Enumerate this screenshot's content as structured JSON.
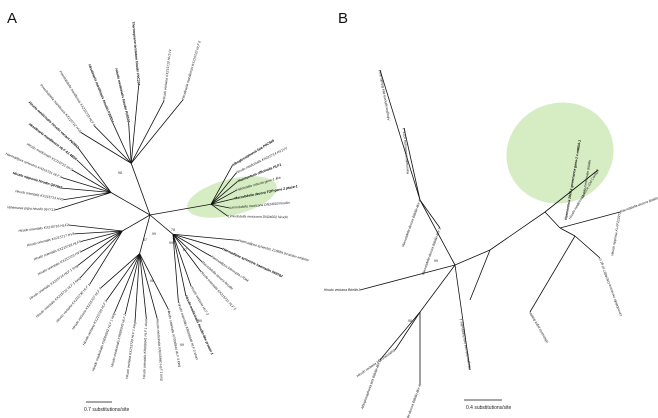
{
  "panelA": {
    "letter": "A",
    "scale_label": "0.7 substitutions/site",
    "highlight_color": "#d6ecc3",
    "leaves": [
      {
        "text": "Thermopsene terstatum hirudin P0C234",
        "bold": true,
        "a": -95,
        "len": 130
      },
      {
        "text": "Hirudo verbana KX215710 HV1VV",
        "bold": false,
        "a": -83,
        "len": 115
      },
      {
        "text": "Hirudinaria manillensis KX215722 HLF 6",
        "bold": false,
        "a": -74,
        "len": 120
      },
      {
        "text": "Hirudo medicinalis hirudin P28503",
        "bold": true,
        "a": -103,
        "len": 95
      },
      {
        "text": "Hirudinaria manillensis hirudin P28504",
        "bold": true,
        "a": -112,
        "len": 100
      },
      {
        "text": "Poecilobdella manillensis KX215719 HLF 6",
        "bold": false,
        "a": -122,
        "len": 105
      },
      {
        "text": "Poecilobdella manillensis KX215712 HV1",
        "bold": false,
        "a": -130,
        "len": 108
      },
      {
        "text": "Hirudo medicinalis hirudin variant P02842",
        "bold": true,
        "a": -137,
        "len": 98
      },
      {
        "text": "Hirudinaria manillensis HLF A1 4B5X",
        "bold": true,
        "a": -143,
        "len": 92
      },
      {
        "text": "Hirudo medicinalis KX215715 HV3",
        "bold": false,
        "a": -150,
        "len": 90
      },
      {
        "text": "Haemadipsa sylvestris KX215721 HLF 5",
        "bold": false,
        "a": -157,
        "len": 96
      },
      {
        "text": "Hirudo nipponia hirudin Q07865",
        "bold": true,
        "a": -163,
        "len": 92
      },
      {
        "text": "Hirudo orientalis KX215713 HV2",
        "bold": false,
        "a": -170,
        "len": 88
      },
      {
        "text": "Whitmania pigra hirudin 067713",
        "bold": false,
        "a": -177,
        "len": 95
      },
      {
        "text": "Hirudo orientalis KX215716 HLF2",
        "bold": false,
        "a": 173,
        "len": 82
      },
      {
        "text": "Hirudo orientalis KX215717 HV3",
        "bold": false,
        "a": 166,
        "len": 78
      },
      {
        "text": "Hirudo orientalis KX215718 HLF5",
        "bold": false,
        "a": 159,
        "len": 74
      },
      {
        "text": "Hirudo orientalis KX215723 HV3",
        "bold": false,
        "a": 152,
        "len": 78
      },
      {
        "text": "Hirudo orientalis KX215724 HLF 1 long",
        "bold": false,
        "a": 145,
        "len": 88
      },
      {
        "text": "Hirudo orientalis KX215722 HLF 1 long",
        "bold": false,
        "a": 138,
        "len": 94
      },
      {
        "text": "Hirudo verbana KX215730 HLF 1",
        "bold": false,
        "a": 131,
        "len": 92
      },
      {
        "text": "Hirudo verbana KX215727 HLF 4",
        "bold": false,
        "a": 124,
        "len": 88
      },
      {
        "text": "Hirudo verbana KX215726 HLF 3",
        "bold": false,
        "a": 117,
        "len": 96
      },
      {
        "text": "Hirudo medicinalis KR006942 HLF 1 long",
        "bold": false,
        "a": 110,
        "len": 104
      },
      {
        "text": "Hirudo medicinalis KR006943 HLF 2",
        "bold": false,
        "a": 104,
        "len": 102
      },
      {
        "text": "Hirudo verbana KX215728 HLF 1 long",
        "bold": false,
        "a": 98,
        "len": 108
      },
      {
        "text": "Hirudo orientalis KR006941 HLF 1 short",
        "bold": false,
        "a": 92,
        "len": 104
      },
      {
        "text": "Hirudo medicinalis KR006940 HLF 1 long",
        "bold": false,
        "a": 86,
        "len": 104
      },
      {
        "text": "Hirudo orientalis KR006944 HLF 3 long",
        "bold": false,
        "a": 79,
        "len": 96
      },
      {
        "text": "Hirudo orientalis KR006948 HLF 3 short",
        "bold": false,
        "a": 72,
        "len": 92
      },
      {
        "text": "Hirudo medicinalis hirudin-like protein 1",
        "bold": true,
        "a": 66,
        "len": 88
      },
      {
        "text": "Hirudo verbana HLF 3",
        "bold": false,
        "a": 60,
        "len": 82
      },
      {
        "text": "Hirudo orientalis KX215731 HLF 5",
        "bold": false,
        "a": 48,
        "len": 76
      },
      {
        "text": "Macrobdella decora hirudin",
        "bold": false,
        "a": 42,
        "len": 70
      },
      {
        "text": "Haemadipsa interrupta c7044",
        "bold": false,
        "a": 34,
        "len": 74
      },
      {
        "text": "Haemadipsa sylvestris haemadin S59782",
        "bold": true,
        "a": 25,
        "len": 80
      },
      {
        "text": "Haemadipsa sylvestris Z18884 thrombin inhibitor",
        "bold": false,
        "a": 16,
        "len": 92
      },
      {
        "text": "Limnobdella mexicana DN24002 hirudin",
        "bold": false,
        "a": 1,
        "len": 78
      },
      {
        "text": "Limnobdella mexicana DN24003 hirudin",
        "bold": false,
        "a": -5,
        "len": 80
      },
      {
        "text": "Macrobdella decora TOP-gene 2 ptase-1",
        "bold": true,
        "a": -11,
        "len": 86
      },
      {
        "text": "Helobdella robusta gene-1-like",
        "bold": false,
        "a": -16,
        "len": 90
      },
      {
        "text": "Haementeria officinalis HLF1",
        "bold": true,
        "a": -21,
        "len": 94
      },
      {
        "text": "Hirudo medicinalis KX215714 HV1VV",
        "bold": false,
        "a": -26,
        "len": 96
      },
      {
        "text": "Alboglossiphonia lata P0C349",
        "bold": true,
        "a": -31,
        "len": 96
      }
    ],
    "bootstrap": [
      "98",
      "97",
      "99",
      "78",
      "99",
      "87",
      "98",
      "99",
      "99"
    ]
  },
  "panelB": {
    "letter": "B",
    "scale_label": "0.4 substitutions/site",
    "highlight_color": "#d6ecc3",
    "leaves": [
      {
        "text": "Alboglossiphonia lata Bdellin-like2",
        "bold": false
      },
      {
        "text": "Haemadipsa interrupta c073_1",
        "bold": false
      },
      {
        "text": "Macrobdella decora Bdellin-like 3",
        "bold": false
      },
      {
        "text": "Macrobdella decora Bdellin-like 4",
        "bold": false
      },
      {
        "text": "Hirudo verbana Bdellin1",
        "bold": false
      },
      {
        "text": "Hirudo verbana 1Q23/abs6859",
        "bold": false
      },
      {
        "text": "Alboglossiphonia lata Bdellin-like 5",
        "bold": false
      },
      {
        "text": "Macrobdella decora Bdellin-like 4",
        "bold": false
      },
      {
        "text": "Alboglossiphonia lata Bdellin-like 1",
        "bold": false
      },
      {
        "text": "Whitmania pigra Bdellin",
        "bold": false
      },
      {
        "text": "Limnobdella mexicana DN24687 c0 g1 i2",
        "bold": false
      },
      {
        "text": "Hirudo nipponia KLAF223972",
        "bold": false
      },
      {
        "text": "Hirudo medicinalis 1C0e-1Dd Contig3",
        "bold": false
      },
      {
        "text": "Hirudo medicinalis Bdellin",
        "bold": false
      },
      {
        "text": "Haementeria 2024-1 governance gene-1 c-mRNA-1",
        "bold": true
      },
      {
        "text": "Macrobdella decora Bdellin-like 3",
        "bold": false
      }
    ],
    "bootstrap": [
      "99",
      "98"
    ]
  }
}
